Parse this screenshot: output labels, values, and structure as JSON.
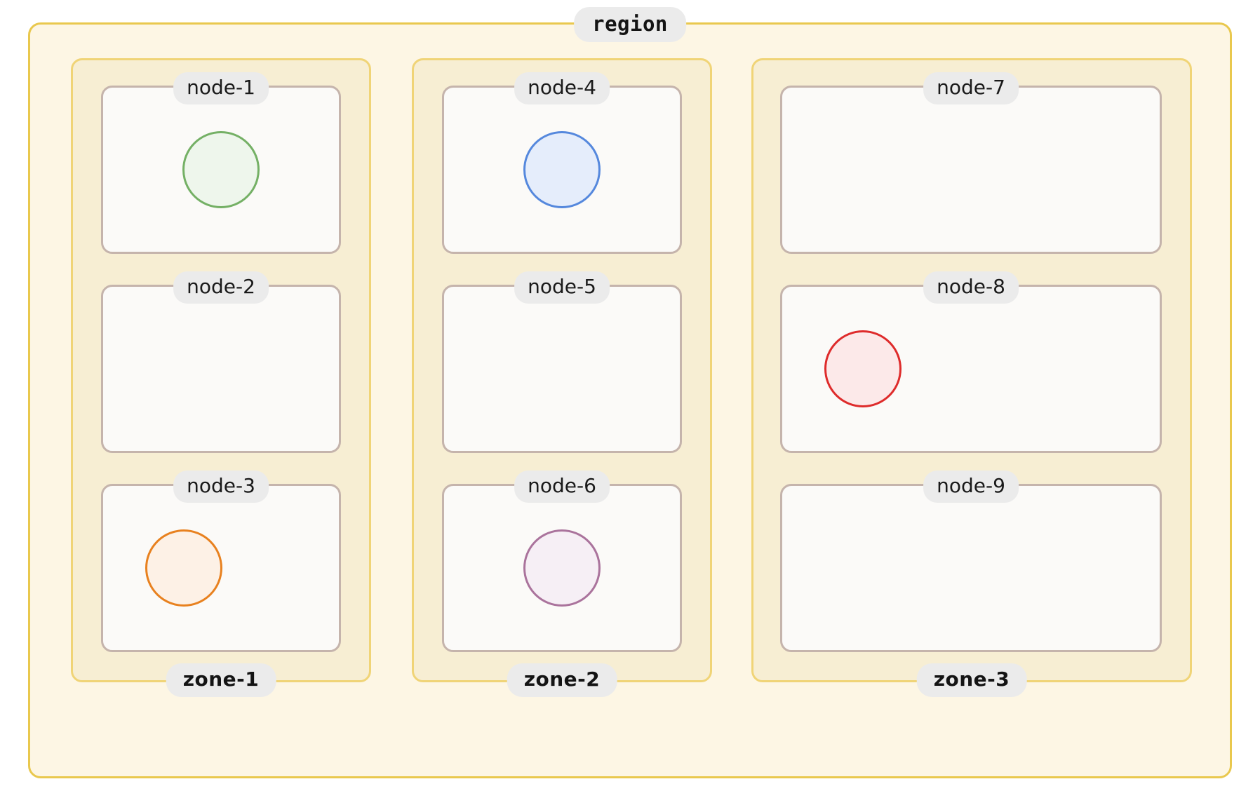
{
  "diagram": {
    "type": "nested-container-diagram",
    "region": {
      "label": "region",
      "border_color": "#e9c84e",
      "fill_color": "#fdf6e4"
    },
    "zone_style": {
      "border_color": "#f0d477",
      "fill_color": "#f7eed3"
    },
    "node_style": {
      "border_color": "#c5b4ac",
      "fill_color": "#fbfaf8"
    },
    "label_pill_color": "#ebebeb",
    "zones": [
      {
        "label": "zone-1",
        "nodes": [
          {
            "label": "node-1",
            "dot": {
              "present": true,
              "stroke": "#74b065",
              "fill": "#eef6ec",
              "color_name": "green",
              "position": "center"
            }
          },
          {
            "label": "node-2",
            "dot": {
              "present": false,
              "stroke": "",
              "fill": "",
              "color_name": "",
              "position": ""
            }
          },
          {
            "label": "node-3",
            "dot": {
              "present": true,
              "stroke": "#e8811f",
              "fill": "#fdf1e6",
              "color_name": "orange",
              "position": "left"
            }
          }
        ]
      },
      {
        "label": "zone-2",
        "nodes": [
          {
            "label": "node-4",
            "dot": {
              "present": true,
              "stroke": "#5588dd",
              "fill": "#e5edfb",
              "color_name": "blue",
              "position": "center"
            }
          },
          {
            "label": "node-5",
            "dot": {
              "present": false,
              "stroke": "",
              "fill": "",
              "color_name": "",
              "position": ""
            }
          },
          {
            "label": "node-6",
            "dot": {
              "present": true,
              "stroke": "#aa739c",
              "fill": "#f6eff5",
              "color_name": "purple",
              "position": "center"
            }
          }
        ]
      },
      {
        "label": "zone-3",
        "nodes": [
          {
            "label": "node-7",
            "dot": {
              "present": false,
              "stroke": "",
              "fill": "",
              "color_name": "",
              "position": ""
            }
          },
          {
            "label": "node-8",
            "dot": {
              "present": true,
              "stroke": "#de2b2b",
              "fill": "#fce9e9",
              "color_name": "red",
              "position": "left"
            }
          },
          {
            "label": "node-9",
            "dot": {
              "present": false,
              "stroke": "",
              "fill": "",
              "color_name": "",
              "position": ""
            }
          }
        ]
      }
    ]
  }
}
